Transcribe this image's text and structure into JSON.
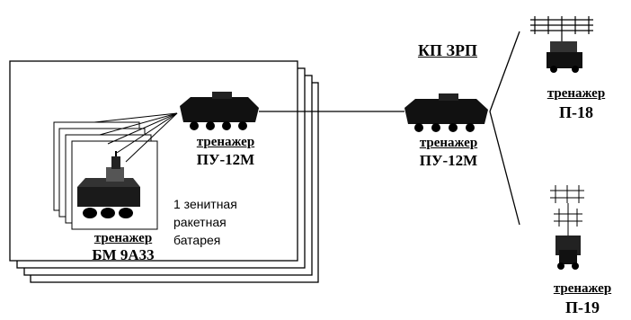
{
  "battery": {
    "trainer_word": "тренажер",
    "bm_name": "БМ 9А33",
    "pu_name": "ПУ-12М",
    "description_lines": [
      "1 зенитная",
      "ракетная",
      "батарея"
    ]
  },
  "command_post": {
    "title": "КП ЗРП",
    "trainer_word": "тренажер",
    "pu_name": "ПУ-12М"
  },
  "radars": {
    "p18": {
      "trainer_word": "тренажер",
      "name": "П-18"
    },
    "p19": {
      "trainer_word": "тренажер",
      "name": "П-19"
    }
  }
}
